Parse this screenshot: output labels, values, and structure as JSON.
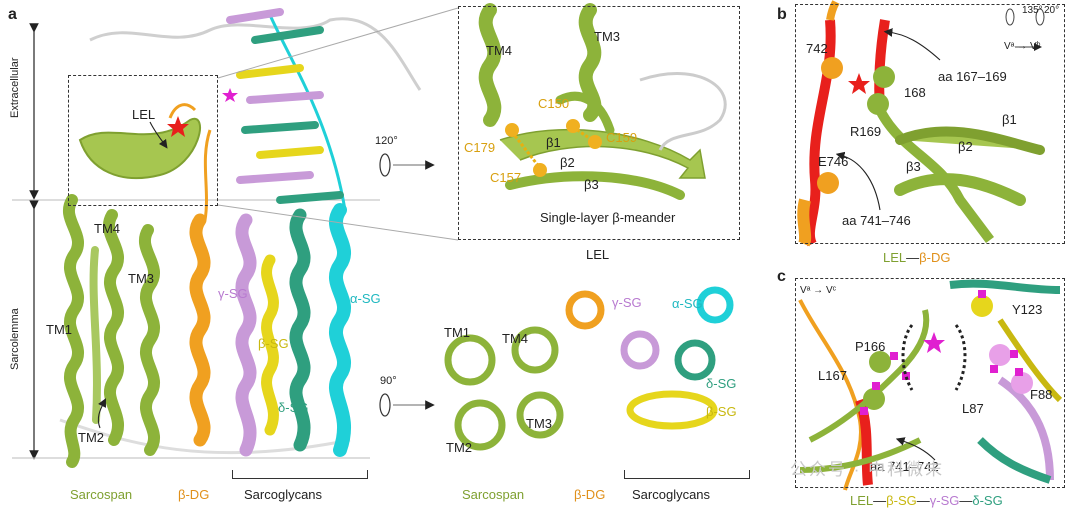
{
  "panels": {
    "a": {
      "letter": "a",
      "axis_extracellular": "Extracellular",
      "axis_sarcolemma": "Sarcolemma",
      "lel_label": "LEL",
      "tm_labels": [
        "TM4",
        "TM3",
        "TM1",
        "TM2"
      ],
      "sg_labels": {
        "gamma": "γ-SG",
        "beta": "β-SG",
        "delta": "δ-SG",
        "alpha": "α-SG"
      },
      "captions": {
        "sarcospan": "Sarcospan",
        "bdg": "β-DG",
        "sarcoglycans": "Sarcoglycans"
      },
      "rot1": "120°",
      "rot2": "90°",
      "inset": {
        "tm4": "TM4",
        "tm3": "TM3",
        "c150": "C150",
        "c159": "C159",
        "c179": "C179",
        "c157": "C157",
        "b1": "β1",
        "b2": "β2",
        "b3": "β3",
        "title": "Single-layer β-meander",
        "caption": "LEL"
      },
      "bottom_view": {
        "tm1": "TM1",
        "tm4": "TM4",
        "tm2": "TM2",
        "tm3": "TM3",
        "gamma": "γ-SG",
        "alpha": "α-SG",
        "delta": "δ-SG",
        "beta": "β-SG",
        "captions": {
          "sarcospan": "Sarcospan",
          "bdg": "β-DG",
          "sarcoglycans": "Sarcoglycans"
        }
      }
    },
    "b": {
      "letter": "b",
      "rot_a": "135°",
      "rot_b": "20°",
      "views": "Vᵃ → Vᵇ",
      "labels": {
        "r742": "742",
        "r168": "168",
        "r169": "R169",
        "e746": "E746",
        "range1": "aa 167–169",
        "range2": "aa 741–746",
        "b1": "β1",
        "b2": "β2",
        "b3": "β3"
      },
      "caption": {
        "lel": "LEL",
        "dash": "—",
        "bdg": "β-DG"
      }
    },
    "c": {
      "letter": "c",
      "views": "Vᵃ → Vᶜ",
      "labels": {
        "y123": "Y123",
        "p166": "P166",
        "l167": "L167",
        "l87": "L87",
        "f88": "F88",
        "range": "aa 741–742"
      },
      "caption": {
        "lel": "LEL",
        "bsg": "β-SG",
        "gsg": "γ-SG",
        "dsg": "δ-SG",
        "dash": "—"
      }
    }
  },
  "watermark": "公众号 · 中科微末",
  "colors": {
    "sarcospan": "#8db33a",
    "bdg": "#f0a020",
    "gamma": "#c89ad8",
    "beta": "#e6d61c",
    "delta": "#2f9f7f",
    "alpha": "#1fd0d8",
    "red": "#e8201c",
    "magenta": "#e020d0"
  }
}
